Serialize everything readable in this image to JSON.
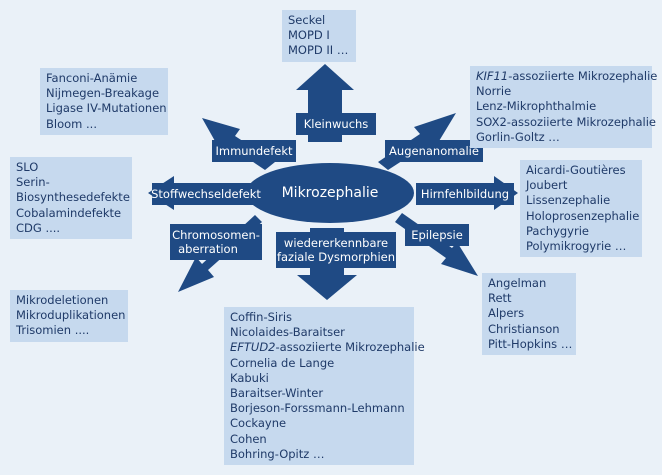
{
  "center": {
    "label": "Mikrozephalie"
  },
  "categories": {
    "kleinwuchs": "Kleinwuchs",
    "immundefekt": "Immundefekt",
    "augenanomalie": "Augenanomalie",
    "stoffwechseldefekt": "Stoffwechseldefekt",
    "hirnfehlbildung": "Hirnfehlbildung",
    "chromosomen_1": "Chromosomen-",
    "chromosomen_2": "aberration",
    "dysmorphien_1": "wiedererkennbare",
    "dysmorphien_2": "faziale Dysmorphien",
    "epilepsie": "Epilepsie"
  },
  "lists": {
    "kleinwuchs": [
      "Seckel",
      "MOPD I",
      "MOPD II …"
    ],
    "immundefekt": [
      "Fanconi-Anämie",
      "Nijmegen-Breakage",
      "Ligase IV-Mutationen",
      "Bloom ..."
    ],
    "augenanomalie": [
      {
        "italic": "KIF11",
        "text": "-assoziierte Mikrozephalie"
      },
      "Norrie",
      "Lenz-Mikrophthalmie",
      "SOX2-assoziierte Mikrozephalie",
      "Gorlin-Goltz …"
    ],
    "stoffwechseldefekt": [
      "SLO",
      "Serin-",
      "Biosynthesedefekte",
      "Cobalamindefekte",
      "CDG ...."
    ],
    "hirnfehlbildung": [
      "Aicardi-Goutières",
      "Joubert",
      "Lissenzephalie",
      "Holoprosenzephalie",
      "Pachygyrie",
      "Polymikrogyrie …"
    ],
    "chromosomen": [
      "Mikrodeletionen",
      "Mikroduplikationen",
      "Trisomien ...."
    ],
    "epilepsie": [
      "Angelman",
      "Rett",
      "Alpers",
      "Christianson",
      "Pitt-Hopkins …"
    ],
    "dysmorphien": [
      "Coffin-Siris",
      "Nicolaides-Baraitser",
      {
        "italic": "EFTUD2",
        "text": "-assoziierte Mikrozephalie"
      },
      "Cornelia de Lange",
      "Kabuki",
      "Baraitser-Winter",
      "Borjeson-Forssmann-Lehmann",
      "Cockayne",
      "Cohen",
      "Bohring-Opitz …"
    ]
  },
  "colors": {
    "shape": "#1f4a84",
    "box": "#c6d9ee",
    "box_text": "#1f3a68",
    "background": "#eaf1f8"
  }
}
